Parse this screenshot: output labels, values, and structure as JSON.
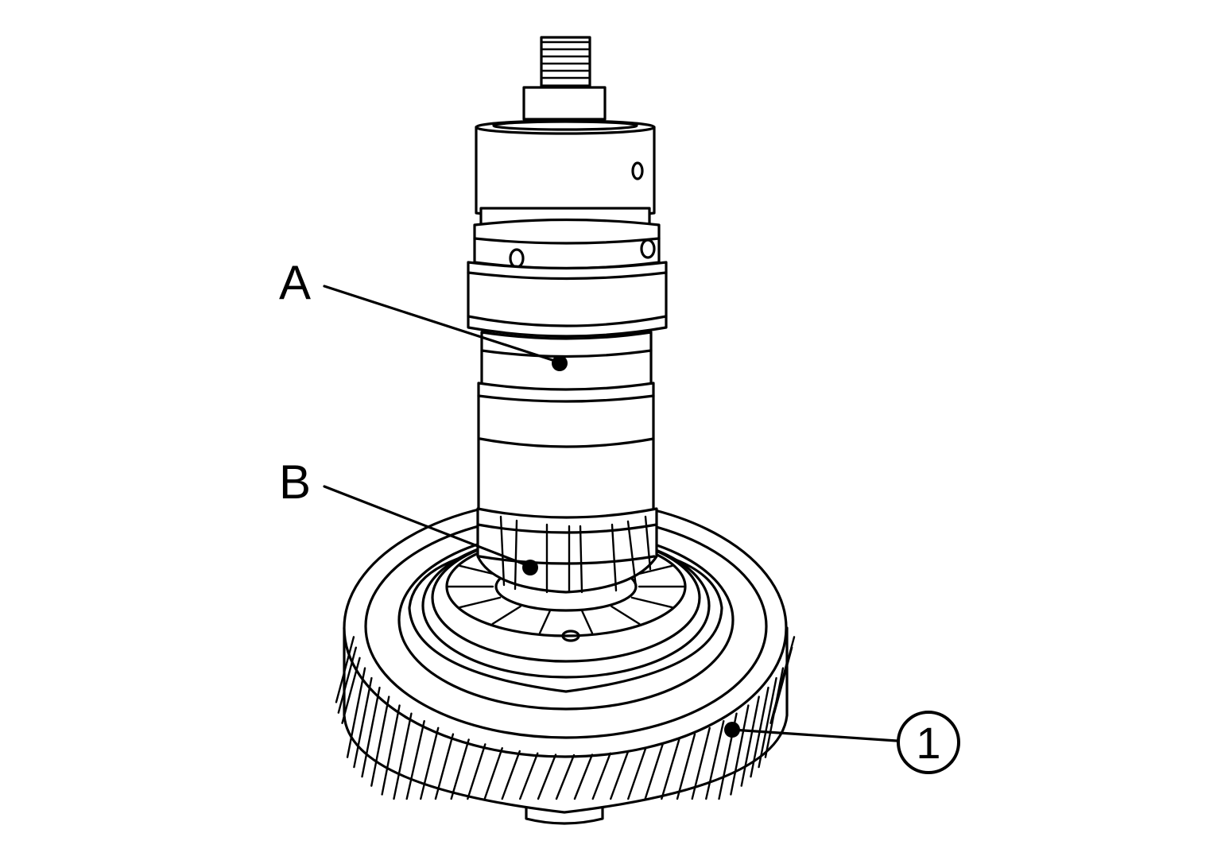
{
  "callouts": {
    "a": {
      "label": "A"
    },
    "b": {
      "label": "B"
    },
    "part1": {
      "number": "1"
    }
  },
  "colors": {
    "line": "#000000",
    "background": "#ffffff"
  }
}
